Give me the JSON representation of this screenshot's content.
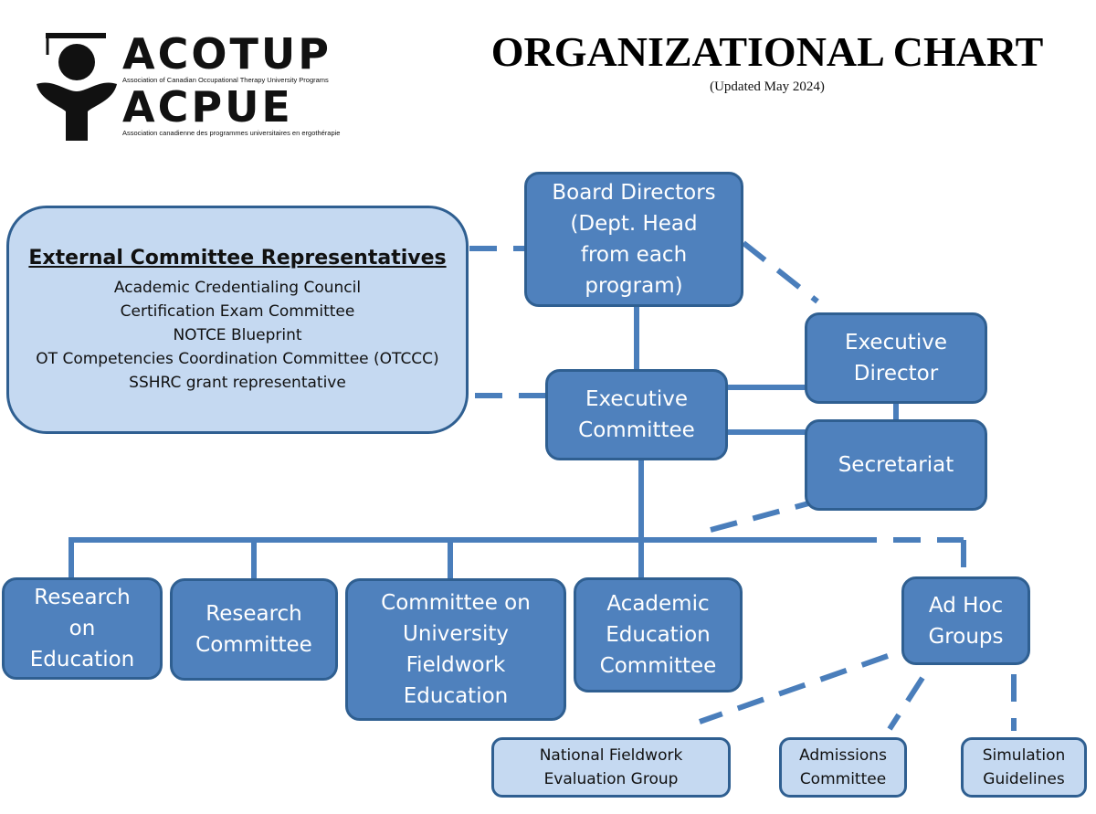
{
  "header": {
    "title": "ORGANIZATIONAL CHART",
    "subtitle": "(Updated May 2024)"
  },
  "logo": {
    "name_en": "ACOTUP",
    "full_en": "Association of Canadian Occupational Therapy University Programs",
    "name_fr": "ACPUE",
    "full_fr": "Association canadienne des programmes universitaires en ergothérapie",
    "icon": "graduate-figure-icon"
  },
  "external": {
    "title": "External Committee Representatives",
    "items": [
      "Academic Credentialing Council",
      "Certification Exam Committee",
      "NOTCE Blueprint",
      "OT Competencies Coordination Committee (OTCCC)",
      "SSHRC grant representative"
    ]
  },
  "nodes": {
    "board": "Board Directors (Dept. Head from each program)",
    "exec_director": "Executive Director",
    "exec_committee": "Executive Committee",
    "secretariat": "Secretariat",
    "research_education": "Research on Education",
    "research_committee": "Research Committee",
    "fieldwork": "Committee on University Fieldwork Education",
    "academic": "Academic Education Committee",
    "adhoc": "Ad Hoc Groups",
    "nfeg": "National Fieldwork Evaluation Group",
    "admissions": "Admissions Committee",
    "simulation": "Simulation Guidelines"
  },
  "colors": {
    "node_fill": "#4f81bd",
    "node_border": "#2f5f91",
    "light_fill": "#c5d9f1",
    "connector": "#4a7ebb"
  }
}
